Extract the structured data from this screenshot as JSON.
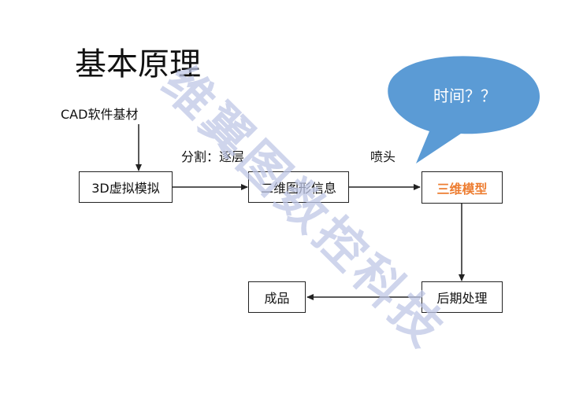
{
  "title": "基本原理",
  "source_label": "CAD软件基材",
  "edge_label_slice": "分割：逐层",
  "edge_label_nozzle": "喷头",
  "nodes": {
    "virtual_model": "3D虚拟模拟",
    "graphic_info": "二维图形信息",
    "model_3d": "三维模型",
    "post_process": "后期处理",
    "product": "成品"
  },
  "bubble": {
    "text": "时间？？",
    "color": "#5b9bd5"
  },
  "watermark": "维翼图数控科技",
  "colors": {
    "accent": "#ed7d31",
    "bubble": "#5b9bd5",
    "line": "#222222"
  }
}
